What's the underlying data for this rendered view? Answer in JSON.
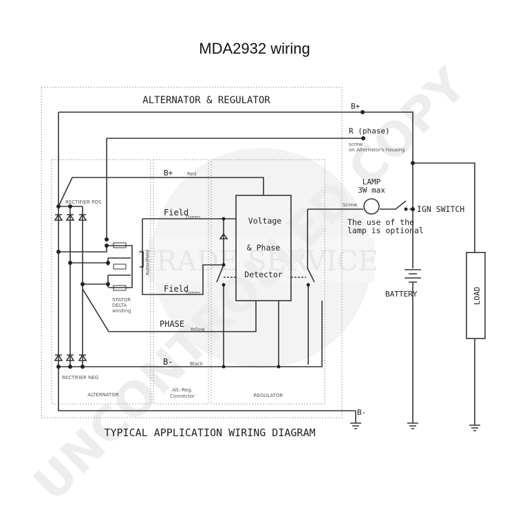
{
  "title": "MDA2932 wiring",
  "diagram": {
    "main_label": "ALTERNATOR & REGULATOR",
    "footer_label": "TYPICAL APPLICATION WIRING DIAGRAM",
    "terminals": {
      "b_plus": "B+",
      "r_phase": "R (phase)",
      "screw_note_1": "screw",
      "screw_note_2": "on Alternator's housing",
      "b_minus": "B-"
    },
    "connector": {
      "b_plus": "B+",
      "b_plus_color": "Red",
      "field_top": "Field",
      "field_top_color": "Green",
      "field_bottom": "Field",
      "field_bottom_color": "Green",
      "phase": "PHASE",
      "phase_color": "Yellow",
      "b_minus": "B-",
      "b_minus_color": "Black"
    },
    "alternator": {
      "rectifier_pos": "RECTIFIER POS",
      "rectifier_neg": "RECTIFIER NEG",
      "stator_1": "STATOR",
      "stator_2": "DELTA",
      "stator_3": "winding",
      "rotor": "Rotor/Field"
    },
    "regulator_block": {
      "line1": "Voltage",
      "line2": "& Phase",
      "line3": "Detector"
    },
    "sections": {
      "alternator": "ALTERNATOR",
      "connector_1": "Alt.-Reg.",
      "connector_2": "Connector",
      "regulator": "REGULATOR"
    },
    "lamp": {
      "label1": "LAMP",
      "label2": "3W max",
      "screw": "Screw",
      "note1": "The use of the",
      "note2": "lamp is optional"
    },
    "ign_switch": "IGN SWITCH",
    "battery": "BATTERY",
    "load": "LOAD"
  },
  "watermarks": {
    "band": "TRADE SERVICE",
    "diagonal": "UNCONTROLLED COPY"
  }
}
